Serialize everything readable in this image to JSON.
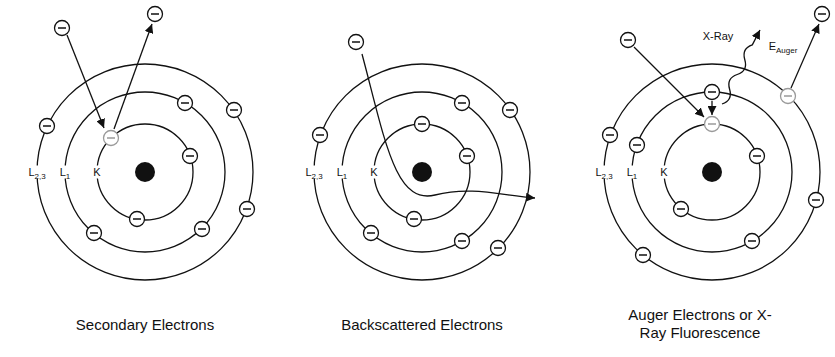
{
  "diagram": {
    "labels": [
      "L2,3",
      "L1",
      "K",
      "L2,3",
      "L1",
      "K",
      "L2,3",
      "L1",
      "K",
      "X-Ray",
      "EAuger",
      "Secondary Electrons",
      "Backscattered Electrons",
      "Auger Electrons or X-Ray Fluorescence"
    ]
  }
}
